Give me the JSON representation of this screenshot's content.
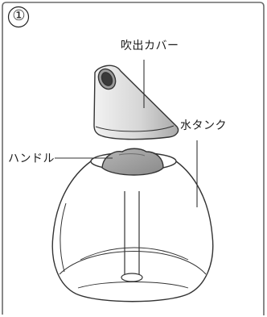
{
  "step_number": "①",
  "labels": {
    "nozzle_cover": "吹出カバー",
    "water_tank": "水タンク",
    "handle": "ハンドル"
  },
  "colors": {
    "stroke": "#333333",
    "cover_fill_light": "#ececec",
    "cover_fill_dark": "#b8b8b8",
    "handle_fill": "#9a9a9a",
    "frame": "#6a6a6a"
  }
}
